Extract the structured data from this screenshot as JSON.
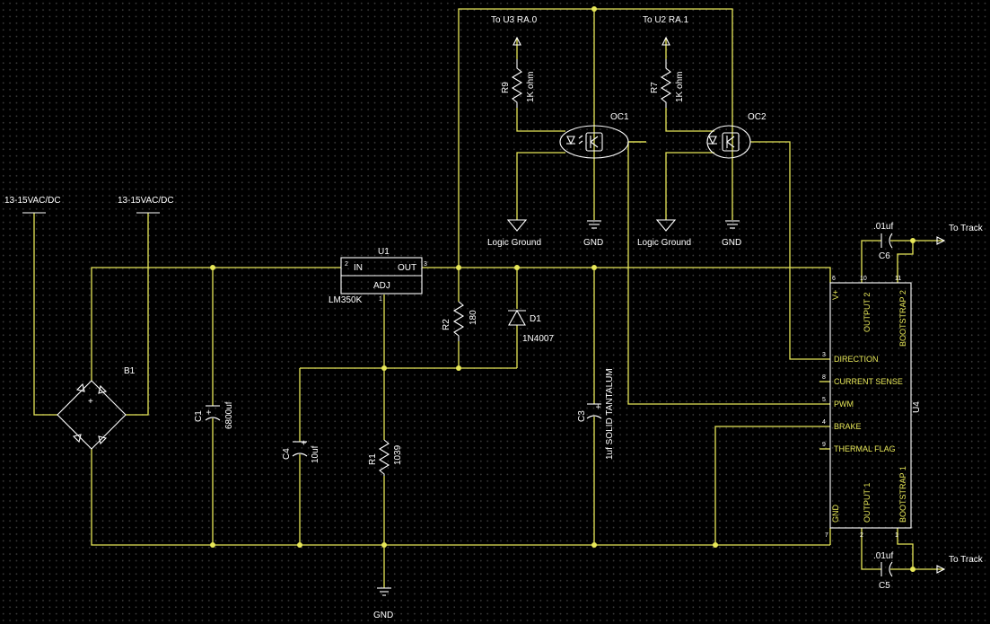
{
  "components": {
    "bridge": {
      "ref": "B1"
    },
    "c1": {
      "ref": "C1",
      "value": "6800uf",
      "pol": "+"
    },
    "c4": {
      "ref": "C4",
      "value": "10uf",
      "pol": "+"
    },
    "c3": {
      "ref": "C3",
      "value": "1uf SOLID TANTALUM",
      "pol": "+"
    },
    "c6": {
      "ref": "C6",
      "value": ".01uf"
    },
    "c5": {
      "ref": "C5",
      "value": ".01uf"
    },
    "r1": {
      "ref": "R1",
      "value": "1039"
    },
    "r2": {
      "ref": "R2",
      "value": "180"
    },
    "r9": {
      "ref": "R9",
      "value": "1K ohm"
    },
    "r7": {
      "ref": "R7",
      "value": "1K ohm"
    },
    "d1": {
      "ref": "D1",
      "value": "1N4007"
    },
    "u1": {
      "ref": "U1",
      "part": "LM350K",
      "in": "IN",
      "out": "OUT",
      "adj": "ADJ",
      "pin_in": "2",
      "pin_out": "3",
      "pin_adj": "1"
    },
    "oc1": {
      "ref": "OC1"
    },
    "oc2": {
      "ref": "OC2"
    },
    "u4": {
      "ref": "U4",
      "top": [
        {
          "pin": "6",
          "label": "V+"
        },
        {
          "pin": "10",
          "label": "OUTPUT 2"
        },
        {
          "pin": "11",
          "label": "BOOTSTRAP 2"
        }
      ],
      "bottom": [
        {
          "pin": "7",
          "label": "GND"
        },
        {
          "pin": "2",
          "label": "OUTPUT 1"
        },
        {
          "pin": "1",
          "label": "BOOTSTRAP 1"
        }
      ],
      "left": [
        {
          "pin": "3",
          "label": "DIRECTION"
        },
        {
          "pin": "8",
          "label": "CURRENT SENSE"
        },
        {
          "pin": "5",
          "label": "PWM"
        },
        {
          "pin": "4",
          "label": "BRAKE"
        },
        {
          "pin": "9",
          "label": "THERMAL FLAG"
        }
      ]
    }
  },
  "nets": {
    "ac_left": "13-15VAC/DC",
    "ac_right": "13-15VAC/DC",
    "to_u3": "To U3 RA.0",
    "to_u2": "To U2 RA.1",
    "logic_gnd_1": "Logic Ground",
    "logic_gnd_2": "Logic Ground",
    "gnd_oc1": "GND",
    "gnd_oc2": "GND",
    "gnd_main": "GND",
    "track_top": "To Track",
    "track_bottom": "To Track"
  },
  "colors": {
    "wire": "#e6e658",
    "text": "#ffffff",
    "background": "#000000",
    "grid": "#3a3a3a"
  }
}
